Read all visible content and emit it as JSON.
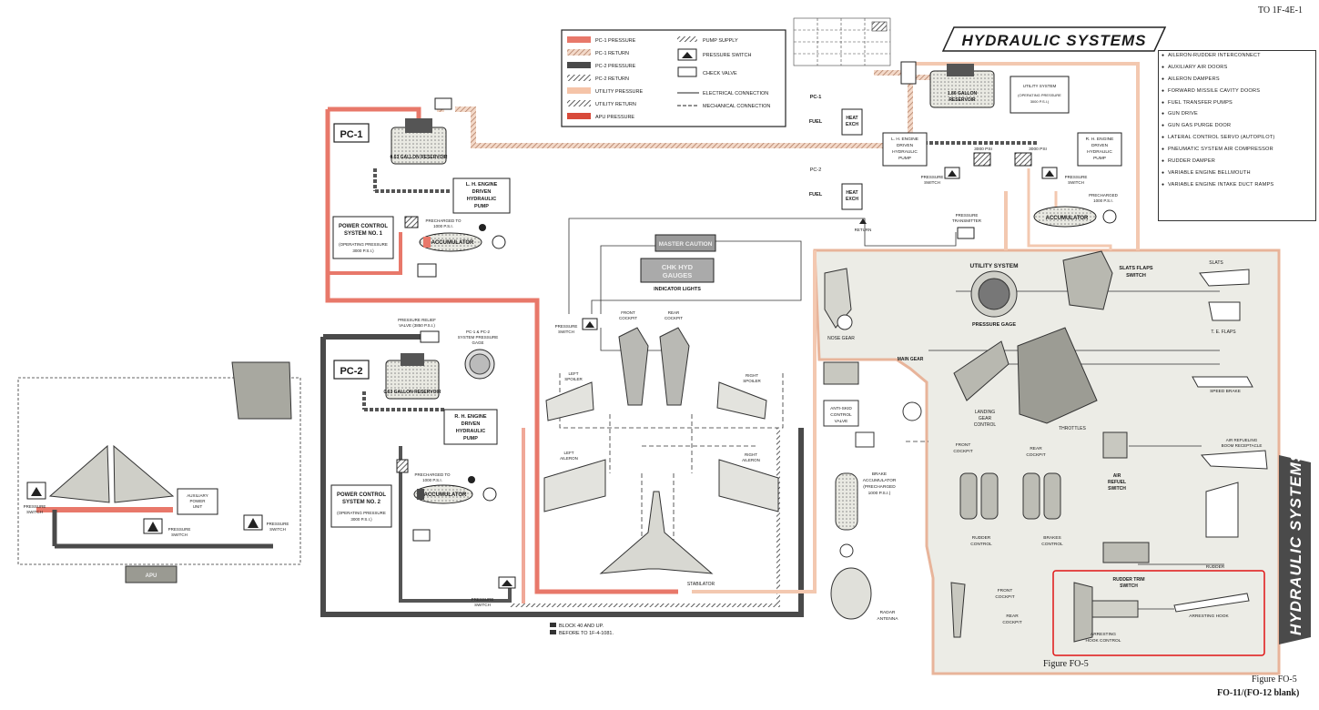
{
  "header": {
    "doc_number": "TO 1F-4E-1",
    "figure_caption": "Figure FO-5",
    "figure_caption_right": "Figure FO-5",
    "page_number": "FO-11/(FO-12 blank)"
  },
  "title": "HYDRAULIC SYSTEMS",
  "side_title": "HYDRAULIC SYSTEMS",
  "legend": {
    "left": [
      {
        "label": "PC-1 PRESSURE",
        "color": "#e8786a"
      },
      {
        "label": "PC-1 RETURN",
        "color": "#f0a898"
      },
      {
        "label": "PC-2 PRESSURE",
        "color": "#4a4a4a"
      },
      {
        "label": "PC-2 RETURN",
        "color": "#6a6a6a"
      },
      {
        "label": "UTILITY PRESSURE",
        "color": "#f5c4a8"
      },
      {
        "label": "UTILITY RETURN",
        "color": "#8a6a50"
      },
      {
        "label": "APU PRESSURE",
        "color": "#d84a3a"
      }
    ],
    "right": [
      {
        "label": "PUMP SUPPLY"
      },
      {
        "label": "PRESSURE SWITCH"
      },
      {
        "label": "CHECK VALVE"
      },
      {
        "label": "ELECTRICAL CONNECTION"
      },
      {
        "label": "MECHANICAL CONNECTION"
      }
    ]
  },
  "utility_users": [
    "AILERON-RUDDER INTERCONNECT",
    "AUXILIARY AIR DOORS",
    "AILERON DAMPERS",
    "FORWARD MISSILE CAVITY DOORS",
    "FUEL TRANSFER PUMPS",
    "GUN DRIVE",
    "GUN GAS PURGE DOOR",
    "LATERAL CONTROL SERVO (AUTOPILOT)",
    "PNEUMATIC SYSTEM AIR COMPRESSOR",
    "RUDDER DAMPER",
    "VARIABLE ENGINE BELLMOUTH",
    "VARIABLE ENGINE INTAKE DUCT RAMPS"
  ],
  "pc1": {
    "label": "PC-1",
    "reservoir": "0.63 GALLON RESERVOIR",
    "pump": [
      "L. H. ENGINE",
      "DRIVEN",
      "HYDRAULIC",
      "PUMP"
    ],
    "system_name": [
      "POWER CONTROL",
      "SYSTEM NO. 1"
    ],
    "operating": [
      "(OPERATING PRESSURE",
      "3000 P.S.I.)"
    ],
    "precharge": [
      "PRECHARGED TO",
      "1000 P.S.I."
    ],
    "accumulator": "ACCUMULATOR"
  },
  "pc2": {
    "label": "PC-2",
    "relief_valve": [
      "PRESSURE RELIEF",
      "VALVE (3850 P.S.I.)"
    ],
    "reservoir": "0.63 GALLON RESERVOIR",
    "pump": [
      "R. H. ENGINE",
      "DRIVEN",
      "HYDRAULIC",
      "PUMP"
    ],
    "system_name": [
      "POWER CONTROL",
      "SYSTEM NO. 2"
    ],
    "operating": [
      "(OPERATING PRESSURE",
      "3000 P.S.I.)"
    ],
    "precharge": [
      "PRECHARGED TO",
      "1000 P.S.I."
    ],
    "accumulator": "ACCUMULATOR",
    "pressure_switch": [
      "PRESSURE",
      "SWITCH"
    ]
  },
  "gauge_labels": [
    "PC-1 & PC-2",
    "SYSTEM PRESSURE",
    "GAGE"
  ],
  "indicators": {
    "master_caution": "MASTER CAUTION",
    "chk_hyd": [
      "CHK HYD",
      "GAUGES"
    ],
    "caption": "INDICATOR LIGHTS",
    "pressure_switch": [
      "PRESSURE",
      "SWITCH"
    ]
  },
  "cockpit": {
    "front": [
      "FRONT",
      "COCKPIT"
    ],
    "rear": [
      "REAR",
      "COCKPIT"
    ]
  },
  "surfaces": {
    "left_spoiler": [
      "LEFT",
      "SPOILER"
    ],
    "right_spoiler": [
      "RIGHT",
      "SPOILER"
    ],
    "left_aileron": [
      "LEFT",
      "AILERON"
    ],
    "right_aileron": [
      "RIGHT",
      "AILERON"
    ],
    "stabilator": "STABILATOR"
  },
  "utility": {
    "reservoir": [
      "1.86 GALLON",
      "RESERVOIR"
    ],
    "system_box": [
      "UTILITY SYSTEM",
      "(OPERATING PRESSURE",
      "3000 P.S.I.)"
    ],
    "lh_pump": [
      "L. H. ENGINE",
      "DRIVEN",
      "HYDRAULIC",
      "PUMP"
    ],
    "rh_pump": [
      "R. H. ENGINE",
      "DRIVEN",
      "HYDRAULIC",
      "PUMP"
    ],
    "psi_left": "3000 PSI",
    "psi_right": "3000 PSI",
    "pressure_switch_l": [
      "PRESSURE",
      "SWITCH"
    ],
    "pressure_switch_r": [
      "PRESSURE",
      "SWITCH"
    ],
    "precharge": [
      "PRECHARGED",
      "1000 P.S.I."
    ],
    "accumulator": "ACCUMULATOR",
    "transmitter": [
      "PRESSURE",
      "TRANSMITTER"
    ],
    "heat_exch": [
      "HEAT",
      "EXCH"
    ],
    "pc1_in": "PC-1",
    "pc2_in": "PC-2",
    "fuel_1": "FUEL",
    "fuel_2": "FUEL",
    "return": "RETURN"
  },
  "utility_panel": {
    "title": "UTILITY SYSTEM",
    "gage": "PRESSURE GAGE",
    "slats_switch": [
      "SLATS FLAPS",
      "SWITCH"
    ],
    "slats": "SLATS",
    "te_flaps": "T. E. FLAPS",
    "nose_gear": "NOSE GEAR",
    "main_gear": "MAIN GEAR",
    "landing_gear": [
      "LANDING",
      "GEAR",
      "CONTROL"
    ],
    "throttles": "THROTTLES",
    "speed_brake": "SPEED BRAKE",
    "anti_skid": [
      "ANTI-SKID",
      "CONTROL",
      "VALVE"
    ],
    "brake_acc": [
      "BRAKE",
      "ACCUMULATOR",
      "(PRECHARGED",
      "1000 P.S.I.)"
    ],
    "air_refuel": [
      "AIR",
      "REFUEL",
      "SWITCH"
    ],
    "refuel_receptacle": [
      "AIR REFUELING",
      "BOOM RECEPTACLE"
    ],
    "front_cockpit": [
      "FRONT",
      "COCKPIT"
    ],
    "rear_cockpit": [
      "REAR",
      "COCKPIT"
    ],
    "rudder_control": [
      "RUDDER",
      "CONTROL"
    ],
    "brakes_control": [
      "BRAKES",
      "CONTROL"
    ],
    "rudder": "RUDDER",
    "rudder_trim": [
      "RUDDER TRIM",
      "SWITCH"
    ],
    "front_cockpit_2": [
      "FRONT",
      "COCKPIT"
    ],
    "rear_cockpit_2": [
      "REAR",
      "COCKPIT"
    ],
    "arresting_control": [
      "ARRESTING",
      "HOOK CONTROL"
    ],
    "arresting_hook": "ARRESTING HOOK",
    "radar": [
      "RADAR",
      "ANTENNA"
    ]
  },
  "apu": {
    "pressure_switch_1": [
      "PRESSURE",
      "SWITCH"
    ],
    "pressure_switch_2": [
      "PRESSURE",
      "SWITCH"
    ],
    "pressure_switch_3": [
      "PRESSURE",
      "SWITCH"
    ],
    "aux_unit": [
      "AUXILIARY",
      "POWER",
      "UNIT"
    ],
    "apu": "APU"
  },
  "notes": [
    "BLOCK 40 AND UP.",
    "BEFORE TO 1F-4-1081."
  ]
}
